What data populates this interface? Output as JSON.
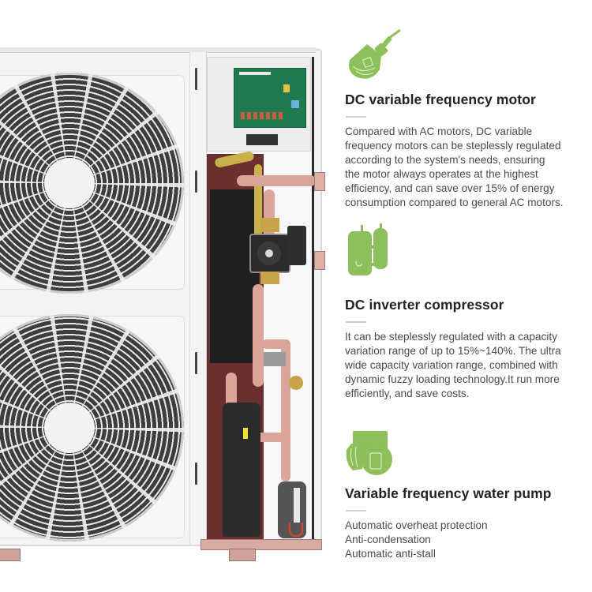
{
  "image": {
    "subject": "heat pump outdoor unit cutaway",
    "accent_color": "#8dbf5a"
  },
  "features": [
    {
      "icon": "dc-motor-icon",
      "title": "DC variable frequency motor",
      "lines": [
        "Compared with AC motors, DC variable",
        "frequency motors can be steplessly regulated",
        "according to the system's needs, ensuring",
        "the motor always operates at the highest",
        "efficiency, and can save over 15% of energy",
        "consumption compared to general AC motors."
      ]
    },
    {
      "icon": "compressor-icon",
      "title": "DC inverter compressor",
      "lines": [
        "It can be steplessly regulated with a capacity",
        "variation range of up to 15%~140%. The ultra",
        "wide capacity variation range, combined with",
        "dynamic fuzzy loading technology.It run more",
        "efficiently, and save costs."
      ]
    },
    {
      "icon": "water-pump-icon",
      "title": "Variable frequency water pump",
      "lines": [
        "Automatic overheat protection",
        "Anti-condensation",
        "Automatic anti-stall"
      ]
    }
  ]
}
